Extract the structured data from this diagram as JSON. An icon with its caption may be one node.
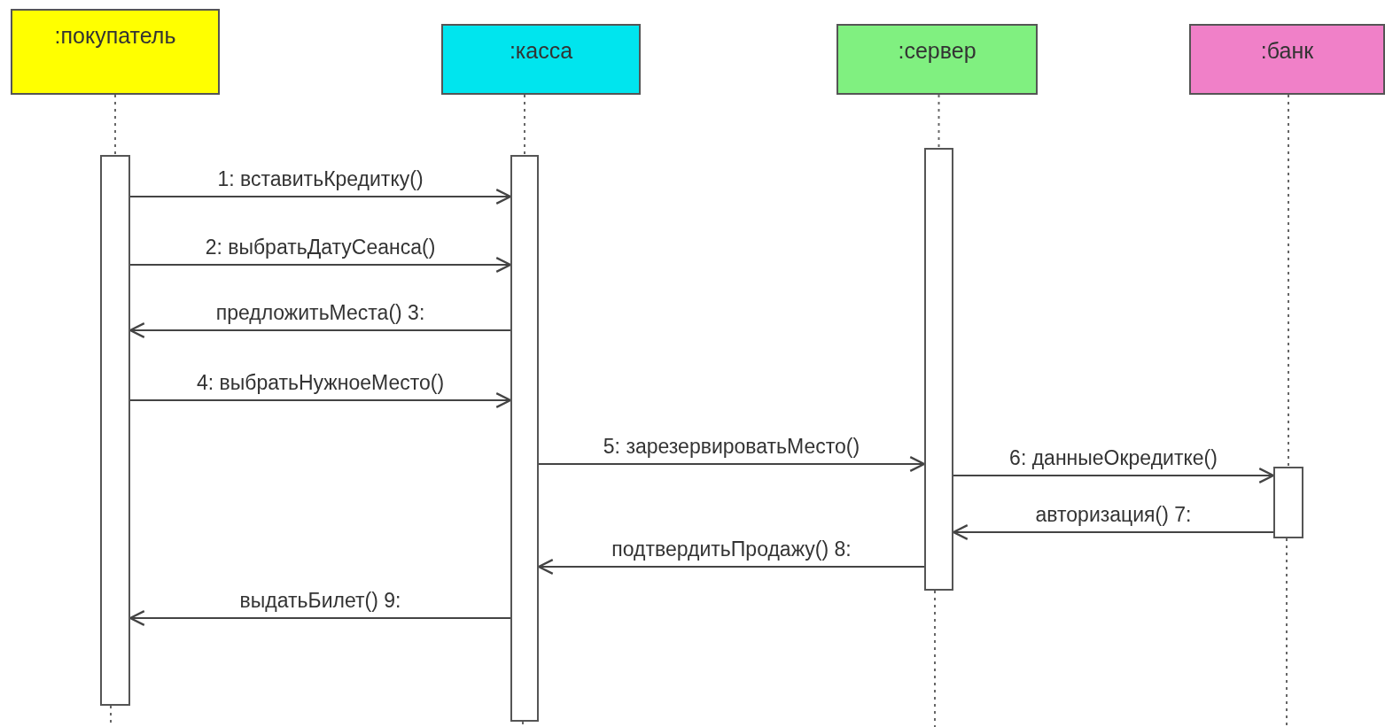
{
  "diagram": {
    "nodes": [
      {
        "text": [
          ":покупатель"
        ]
      },
      {
        "text": [
          ":касса"
        ]
      },
      {
        "text": [
          ":сервер"
        ]
      },
      {
        "text": [
          ":банк"
        ]
      },
      {
        "text": [],
        "shape": "bar"
      },
      {
        "text": [],
        "shape": "bar"
      },
      {
        "text": [],
        "shape": "bar"
      },
      {
        "text": [],
        "shape": "bar"
      }
    ],
    "edges": [
      {
        "from": 0,
        "to": 4,
        "arrow": "none",
        "style": "dashed"
      },
      {
        "from": 1,
        "to": 5,
        "arrow": "none",
        "style": "dashed"
      },
      {
        "from": 2,
        "to": 6,
        "arrow": "none",
        "style": "dashed"
      },
      {
        "from": 3,
        "to": 7,
        "arrow": "none",
        "style": "dashed"
      },
      {
        "from": 4,
        "to": 5,
        "arrow": "to",
        "label": "1: вставитьКредитку()"
      },
      {
        "from": 4,
        "to": 5,
        "arrow": "to",
        "label": "2: выбратьДатуСеанса()"
      },
      {
        "from": 5,
        "to": 4,
        "arrow": "to",
        "label": "предложитьМеста() 3:"
      },
      {
        "from": 4,
        "to": 5,
        "arrow": "to",
        "label": "4: выбратьНужноеМесто()"
      },
      {
        "from": 5,
        "to": 6,
        "arrow": "to",
        "label": "5: зарезервироватьМесто()"
      },
      {
        "from": 6,
        "to": 7,
        "arrow": "to",
        "label": "6: данныеОкредитке()"
      },
      {
        "from": 7,
        "to": 6,
        "arrow": "to",
        "label": "авторизация() 7:"
      },
      {
        "from": 6,
        "to": 5,
        "arrow": "to",
        "label": "подтвердитьПродажу() 8:"
      },
      {
        "from": 5,
        "to": 4,
        "arrow": "to",
        "label": "выдатьБилет() 9:"
      }
    ]
  }
}
